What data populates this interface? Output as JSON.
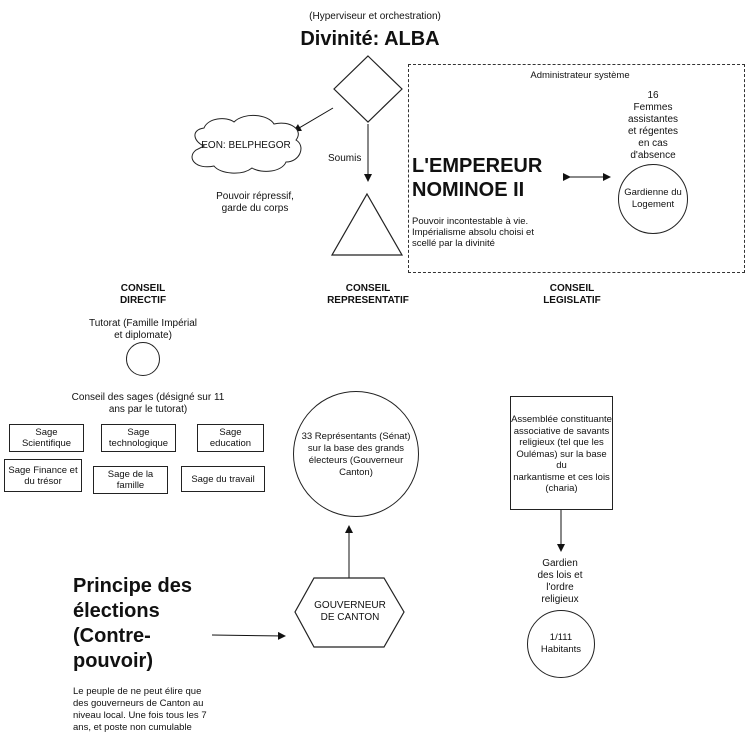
{
  "header": {
    "subtitle": "(Hyperviseur et orchestration)",
    "title": "Divinité: ALBA"
  },
  "eon": {
    "label": "EON: BELPHEGOR",
    "desc_1": "Pouvoir répressif,",
    "desc_2": "garde du corps"
  },
  "soumis_label": "Soumis",
  "emperor": {
    "admin_label": "Administrateur système",
    "name_1": "L'EMPEREUR",
    "name_2": "NOMINOE II",
    "desc_1": "Pouvoir incontestable à vie.",
    "desc_2": "Impérialisme absolu choisi et",
    "desc_3": "scellé par la divinité",
    "women_1": "16",
    "women_2": "Femmes",
    "women_3": "assistantes",
    "women_4": "et régentes",
    "women_5": "en cas",
    "women_6": "d'absence",
    "guardian_1": "Gardienne du",
    "guardian_2": "Logement"
  },
  "councils": {
    "directif_1": "CONSEIL",
    "directif_2": "DIRECTIF",
    "representatif_1": "CONSEIL",
    "representatif_2": "REPRESENTATIF",
    "legislatif_1": "CONSEIL",
    "legislatif_2": "LEGISLATIF"
  },
  "tutorat": {
    "line_1": "Tutorat (Famille Impérial",
    "line_2": "et diplomate)"
  },
  "sages": {
    "header_1": "Conseil des sages (désigné sur 11",
    "header_2": "ans par le tutorat)",
    "items": [
      {
        "line_1": "Sage",
        "line_2": "Scientifique"
      },
      {
        "line_1": "Sage",
        "line_2": "technologique"
      },
      {
        "line_1": "Sage",
        "line_2": "education"
      },
      {
        "line_1": "Sage Finance et",
        "line_2": "du trésor"
      },
      {
        "line_1": "Sage de la",
        "line_2": "famille"
      },
      {
        "line_1": "Sage du travail",
        "line_2": ""
      }
    ]
  },
  "senat": {
    "line_1": "33 Représentants (Sénat)",
    "line_2": "sur la base des grands",
    "line_3": "électeurs (Gouverneur",
    "line_4": "Canton)"
  },
  "assemblee": {
    "line_1": "Assemblée constituante",
    "line_2": "associative de savants",
    "line_3": "religieux (tel que les",
    "line_4": "Oulémas) sur la base du",
    "line_5": "narkantisme et ces lois",
    "line_6": "(charia)"
  },
  "gardien": {
    "line_1": "Gardien",
    "line_2": "des lois et",
    "line_3": "l'ordre",
    "line_4": "religieux"
  },
  "habitants": {
    "line_1": "1/111",
    "line_2": "Habitants"
  },
  "gouverneur": {
    "line_1": "GOUVERNEUR",
    "line_2": "DE CANTON"
  },
  "elections": {
    "title_1": "Principe des",
    "title_2": "élections",
    "title_3": "(Contre-",
    "title_4": "pouvoir)",
    "desc_1": "Le peuple de ne peut élire que",
    "desc_2": "des gouverneurs de Canton au",
    "desc_3": "niveau local. Une fois tous les 7",
    "desc_4": "ans, et poste non cumulable"
  }
}
